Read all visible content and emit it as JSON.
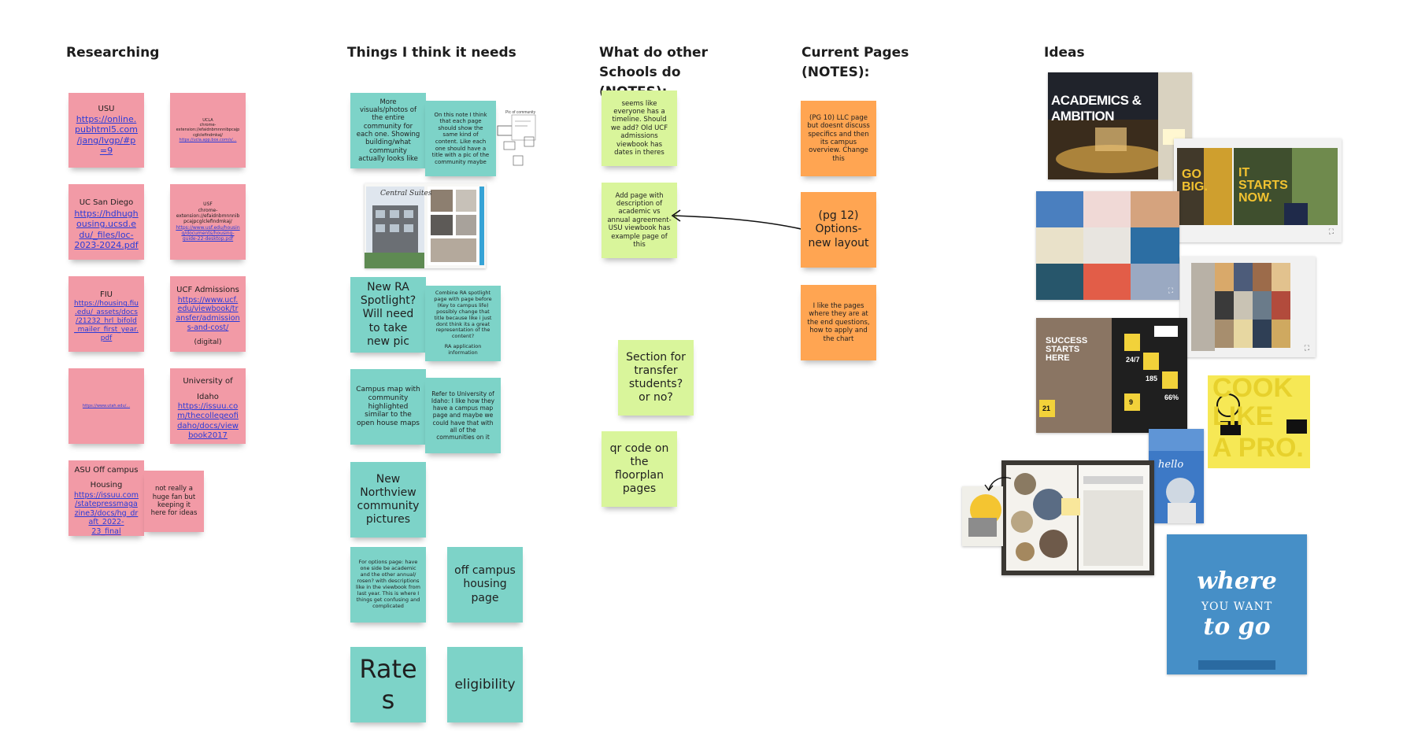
{
  "columns": {
    "researching": "Researching",
    "needs": "Things I think it needs",
    "other_schools": "What do other Schools do (NOTES):",
    "current_pages": "Current Pages (NOTES):",
    "ideas": "Ideas"
  },
  "research": {
    "usu": {
      "title": "USU",
      "link": "https://online.pubhtml5.com/jang/lvgp/#p=9"
    },
    "ucla": {
      "title": "UCLA",
      "line1": "chrome-extension://efaidnbmnnnibpcajpcglclefindmkaj/",
      "line2": "https://ucla.app.box.com/s/..."
    },
    "ucsd": {
      "title": "UC San Diego",
      "link": "https://hdhughousing.ucsd.edu/_files/loc-2023-2024.pdf"
    },
    "usf": {
      "title": "USF",
      "line1": "chrome-extension://efaidnbmnnnibpcajpcglclefindmkaj/",
      "link": "https://www.usf.edu/housing/documents/housing-guide-22-desktop.pdf"
    },
    "fiu": {
      "title": "FIU",
      "link": "https://housing.fiu.edu/_assets/docs/21232_hrl_bifold_mailer_first_year.pdf"
    },
    "ucf": {
      "title": "UCF Admissions",
      "link": "https://www.ucf.edu/viewbook/transfer/admissions-and-cost/",
      "suffix": "(digital)"
    },
    "utah": {
      "link": "https://www.utah.edu/..."
    },
    "idaho": {
      "title": "University of Idaho",
      "link": "https://issuu.com/thecollegeofidaho/docs/viewbook2017"
    },
    "asu": {
      "title": "ASU Off campus Housing",
      "link": "https://issuu.com/statepressmagazine3/docs/hg_draft_2022-23_final"
    },
    "asu_note": "not really a huge fan but keeping it here for ideas"
  },
  "needs": {
    "visuals": "More visuals/photos of the entire community for each one. Showing building/what community actually looks like",
    "same_content": "On this note I think that each page should show the same kind of content. Like each one should have a title with a pic of the community maybe",
    "sketch_label": "Pic of community",
    "ra_spotlight": "New RA Spotlight? Will need to take new pic",
    "combine_ra": "Combine RA spotlight page with page before (Key to campus life) possibly change that title because like i just dont think its a great representation of the content?",
    "ra_info": "RA application information",
    "campus_map": "Campus map with community highlighted similar to the open house maps",
    "refer_idaho": "Refer to University of Idaho: I like how they have a campus map page and maybe we could have that with all of the communities on it",
    "northview": "New Northview community pictures",
    "options_page": "For options page: have one side be academic and the other annual/ rosen? with descriptions like in the viewbook from last year. This is where I things get confusing and complicated",
    "off_campus": "off campus housing page",
    "rates": "Rates",
    "eligibility": "eligibility",
    "photo_caption": "Central Suites"
  },
  "other_schools": {
    "timeline": "seems like everyone has a timeline. Should we add? Old UCF admissions viewbook has dates in theres",
    "add_page": "Add page with description of academic vs annual agreement-USU viewbook has example page of this",
    "transfer": "Section for transfer students? or no?",
    "qr": "qr code on the floorplan pages"
  },
  "current_pages": {
    "llc": "(PG 10) LLC page but doesnt discuss specifics and then its campus overview. Change this",
    "pg12": "(pg 12) Options- new layout",
    "end_q": "I like the pages where they are at the end questions, how to apply and the chart"
  },
  "ideas": {
    "academics": "ACADEMICS & AMBITION",
    "go_big": "GO BIG.",
    "it_starts": "IT STARTS NOW.",
    "success": "SUCCESS STARTS HERE",
    "stat1": "24/7",
    "stat2": "185",
    "stat3": "66%",
    "stat4": "21",
    "stat5": "9",
    "hello": "hello",
    "cook": "COOK",
    "like": "LIKE",
    "apro": "A PRO.",
    "where1": "where",
    "where2": "YOU WANT",
    "where3": "to go"
  },
  "colors": {
    "pink": "#f29aa6",
    "teal": "#7dd3c8",
    "lime": "#d9f59b",
    "orange": "#ffa552",
    "link": "#2a3bd8"
  }
}
